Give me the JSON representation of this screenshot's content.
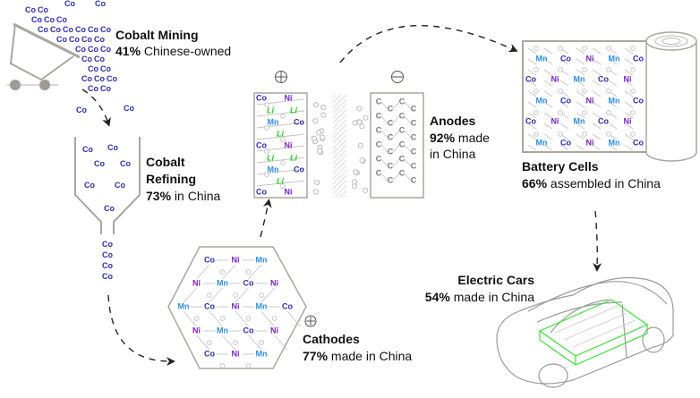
{
  "colors": {
    "Co": "#2b2bb8",
    "Ni": "#7b22c4",
    "Mn": "#2e8fe0",
    "Li": "#22cc22",
    "C": "#777777",
    "lattice": "#c4c4c4",
    "frame": "#aaa69f"
  },
  "mining": {
    "title": "Cobalt Mining",
    "pct": "41%",
    "rest": " Chinese-owned"
  },
  "refining": {
    "title1": "Cobalt",
    "title2": "Refining",
    "pct": "73%",
    "rest": " in China"
  },
  "cathodes": {
    "title": "Cathodes",
    "pct": "77%",
    "rest": " made in China"
  },
  "anodes": {
    "title": "Anodes",
    "pct": "92%",
    "rest1": " made",
    "rest2": "in China"
  },
  "cells": {
    "title": "Battery Cells",
    "pct": "66%",
    "rest": " assembled in China"
  },
  "cars": {
    "title": "Electric Cars",
    "pct": "54%",
    "rest": " made in China"
  },
  "symbols": {
    "plus": "+",
    "minus": "−",
    "cobalt": "Co",
    "carbon": "C",
    "lithium": "Li"
  },
  "hex_rows": [
    [
      "Co",
      "Ni",
      "Mn"
    ],
    [
      "Ni",
      "Mn",
      "Co",
      "Ni"
    ],
    [
      "Mn",
      "Co",
      "Ni",
      "Mn",
      "Co"
    ],
    [
      "Ni",
      "Mn",
      "Co",
      "Ni"
    ],
    [
      "Co",
      "Ni",
      "Mn"
    ]
  ],
  "cathode_rows": [
    [
      "Co",
      "Ni"
    ],
    [
      "Li",
      "Li"
    ],
    [
      "Mn",
      "Co"
    ],
    [
      "Li"
    ],
    [
      "Co",
      "Ni"
    ],
    [
      "Li",
      "Li"
    ],
    [
      "Mn",
      "Co"
    ],
    [
      "Li"
    ],
    [
      "Co",
      "Ni"
    ]
  ],
  "cell_rows": [
    [
      "Mn",
      "Co",
      "Ni",
      "Mn",
      "Co"
    ],
    [
      "Co",
      "Ni",
      "Mn",
      "Co",
      "Ni"
    ],
    [
      "Mn",
      "Co",
      "Ni",
      "Mn",
      "Co"
    ],
    [
      "Co",
      "Ni",
      "Mn",
      "Co",
      "Ni"
    ],
    [
      "Mn",
      "Co",
      "Ni",
      "Mn",
      "Co"
    ]
  ]
}
